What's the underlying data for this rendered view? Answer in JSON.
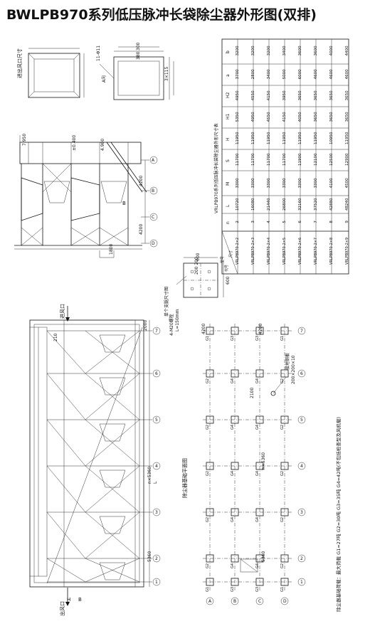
{
  "title": "BWLPB970系列低压脉冲长袋除尘器外形图(双排)",
  "top_view": {
    "outlet_label": "进出风口尺寸",
    "dim_300": "300",
    "dim_380": "380",
    "dim_3x115": "3×115",
    "dim_11_dia": "11-Φ11",
    "a_label": "A向"
  },
  "side_view": {
    "elev_7950": "7.950",
    "elev_0400": "±0.400",
    "elev_4900": "4.900",
    "dim_4200a": "4200",
    "dim_4200b": "4200",
    "dim_1800": "1800",
    "axis_labels": [
      "A",
      "B",
      "C",
      "D"
    ]
  },
  "side_axis_label": "B",
  "grid_axis_labels": [
    "A",
    "B",
    "C",
    "D"
  ],
  "table": {
    "caption": "VRLPB970系列低压脉冲长袋除尘器外形尺寸表",
    "corner_top": "代号",
    "corner_mid": "尺寸",
    "corner_bot": "型号",
    "headers": [
      "n",
      "L",
      "M",
      "S",
      "H",
      "H1",
      "H2",
      "a",
      "b"
    ],
    "rows": [
      [
        "VRLPB970-2×2",
        "2",
        "10720",
        "3300",
        "11700",
        "11950",
        "5350",
        "4950",
        "3700",
        "3200"
      ],
      [
        "VRLPB970-2×3",
        "3",
        "16080",
        "3300",
        "11700",
        "11950",
        "4950",
        "4550",
        "2800",
        "3200"
      ],
      [
        "VRLPB970-2×4",
        "4",
        "21440",
        "3300",
        "11700",
        "11950",
        "4550",
        "4150",
        "3400",
        "3200"
      ],
      [
        "VRLPB970-2×5",
        "5",
        "26800",
        "3300",
        "11700",
        "11950",
        "4150",
        "3950",
        "5000",
        "3400"
      ],
      [
        "VRLPB970-2×6",
        "6",
        "32160",
        "3300",
        "11900",
        "11950",
        "4050",
        "3650",
        "6000",
        "3600"
      ],
      [
        "VRLPB970-2×7",
        "7",
        "37520",
        "3300",
        "12100",
        "11950",
        "3650",
        "3650",
        "4600",
        "3600"
      ],
      [
        "VRLPB970-2×8",
        "8",
        "42880",
        "4100",
        "12500",
        "10950",
        "3650",
        "3650",
        "4600",
        "4000"
      ],
      [
        "VRLPB970-2×9",
        "9",
        "48240",
        "4500",
        "12900",
        "11950",
        "3650",
        "3650",
        "4600",
        "4400"
      ]
    ]
  },
  "single_unit": {
    "title": "单个支腿尺寸图",
    "dim_600a": "600",
    "dim_200": "200 200",
    "dim_600b": "600",
    "bolt_note": "4-M20螺栓",
    "length_note": "L=150mm"
  },
  "elevation": {
    "inlet": "进风口",
    "outlet": "出风口",
    "dim_2000": "2000",
    "dim_210": "210",
    "dim_nx5360": "n×5360",
    "dim_5360": "5360",
    "dim_l": "L",
    "dim_h": "H",
    "dim_b": "B",
    "caption": "除尘器基础平面图",
    "axis_numbers": [
      "1",
      "2",
      "3",
      "4",
      "5",
      "6",
      "7"
    ]
  },
  "foundation": {
    "dim_4200a": "4200",
    "dim_4200b": "4200",
    "dim_2100": "2100",
    "dim_nx5360": "n×5360",
    "dim_5360": "5360",
    "ground_note": "接地钢板",
    "ground_spec": "200×200×10",
    "note_line1": "除尘器基础荷载：最大荷载 G1=27吨 G2=30吨 G3=35吨 G4=42吨(不包括检查型及风机载)",
    "g_labels": [
      "G1",
      "G2",
      "G3",
      "G4"
    ],
    "axis_labels": [
      "A",
      "B",
      "C",
      "D"
    ]
  }
}
